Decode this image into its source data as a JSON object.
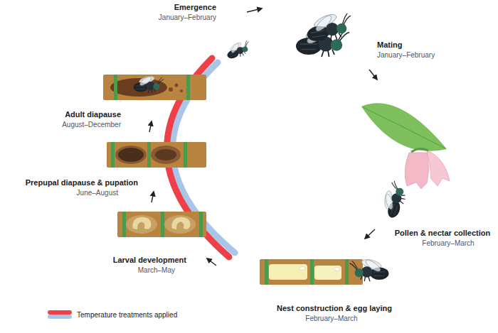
{
  "diagram": {
    "labels": [
      "Emergence",
      "January–February",
      "Mating",
      "January–February",
      "Pollen & nectar collection",
      "February–March",
      "Nest construction & egg laying",
      "February–March",
      "Larval development",
      "March–May",
      "Prepupal diapause & pupation",
      "June–August",
      "Adult diapause",
      "August–December"
    ],
    "legend": [
      {
        "text": "Temperature treatments applied",
        "color": "#ee4048"
      }
    ]
  }
}
